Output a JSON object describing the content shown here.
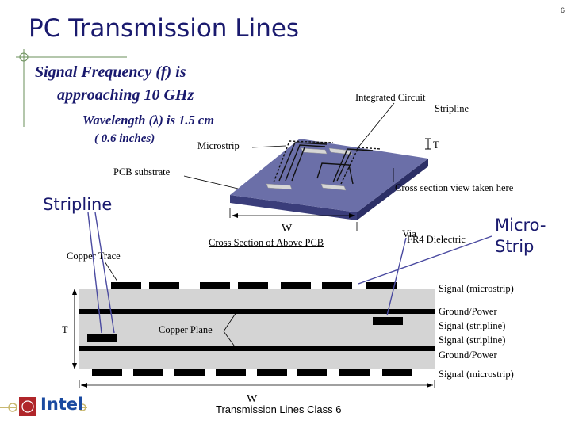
{
  "slide": {
    "number": "6",
    "title": "PC Transmission Lines"
  },
  "bullets": {
    "frequency_line1": "Signal Frequency (f) is",
    "frequency_line2": "approaching 10 GHz",
    "wavelength": "Wavelength (λ) is 1.5 cm",
    "inches": "( 0.6 inches)"
  },
  "labels": {
    "integrated_circuit": "Integrated Circuit",
    "stripline_top": "Stripline",
    "microstrip_top": "Microstrip",
    "t_top": "T",
    "pcb_substrate": "PCB substrate",
    "cross_section_view": "Cross section view taken here",
    "stripline_big": "Stripline",
    "w_mid": "W",
    "cross_section_title": "Cross Section of Above PCB",
    "via": "Via",
    "fr4": "FR4 Dielectric",
    "micro": "Micro-",
    "strip": "Strip",
    "copper_trace": "Copper Trace",
    "signal_microstrip_top": "Signal (microstrip)",
    "t_left": "T",
    "copper_plane": "Copper Plane",
    "ground_power_1": "Ground/Power",
    "signal_stripline_1": "Signal (stripline)",
    "signal_stripline_2": "Signal (stripline)",
    "ground_power_2": "Ground/Power",
    "signal_microstrip_bottom": "Signal (microstrip)",
    "w_bottom": "W"
  },
  "footer": {
    "logo": "Intel",
    "text": "Transmission Lines  Class  6"
  },
  "colors": {
    "title": "#1a1a6e",
    "board_top": "#6b6fa8",
    "board_side": "#3a3d7a",
    "arrow": "#4a4aa0",
    "logo_red": "#b0262a",
    "logo_blue": "#1a4aa0"
  }
}
